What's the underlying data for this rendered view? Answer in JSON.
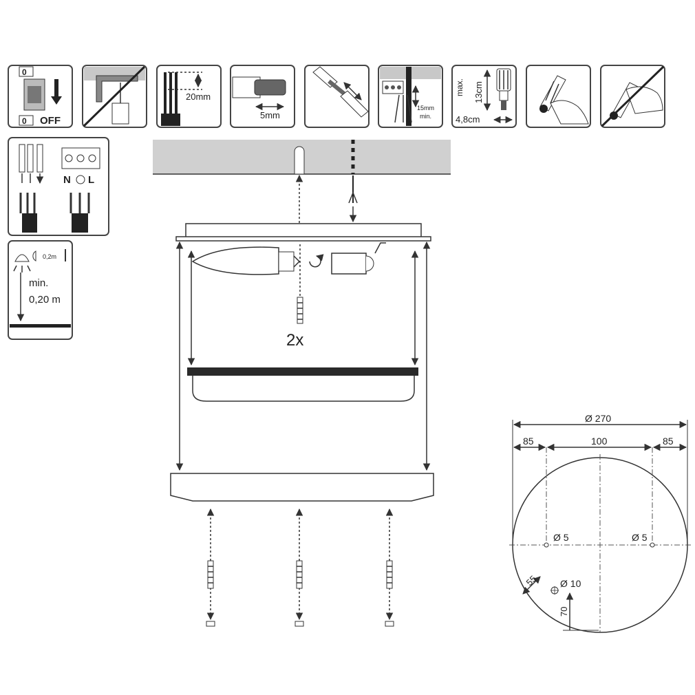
{
  "steps": {
    "off_switch": {
      "label": "OFF",
      "zero_top": "0",
      "zero_bottom": "0"
    },
    "strip": {
      "length_20": "20mm",
      "length_5": "5mm"
    },
    "terminal": {
      "min_label": "min.",
      "len_15": "15mm"
    },
    "bulb_limits": {
      "max_label": "max.",
      "height": "13cm",
      "width": "4,8cm"
    },
    "connection": {
      "n": "N",
      "l": "L"
    },
    "distance": {
      "small_label": "0,2m",
      "min_label": "min.",
      "value": "0,20 m"
    }
  },
  "assembly": {
    "screw_count": "2x"
  },
  "drilling_plan": {
    "diameter": "Ø 270",
    "left_offset": "85",
    "center_span": "100",
    "right_offset": "85",
    "hole_left": "Ø 5",
    "hole_right": "Ø 5",
    "cable_hole": "Ø 10",
    "dim_55": "55",
    "dim_70": "70"
  }
}
